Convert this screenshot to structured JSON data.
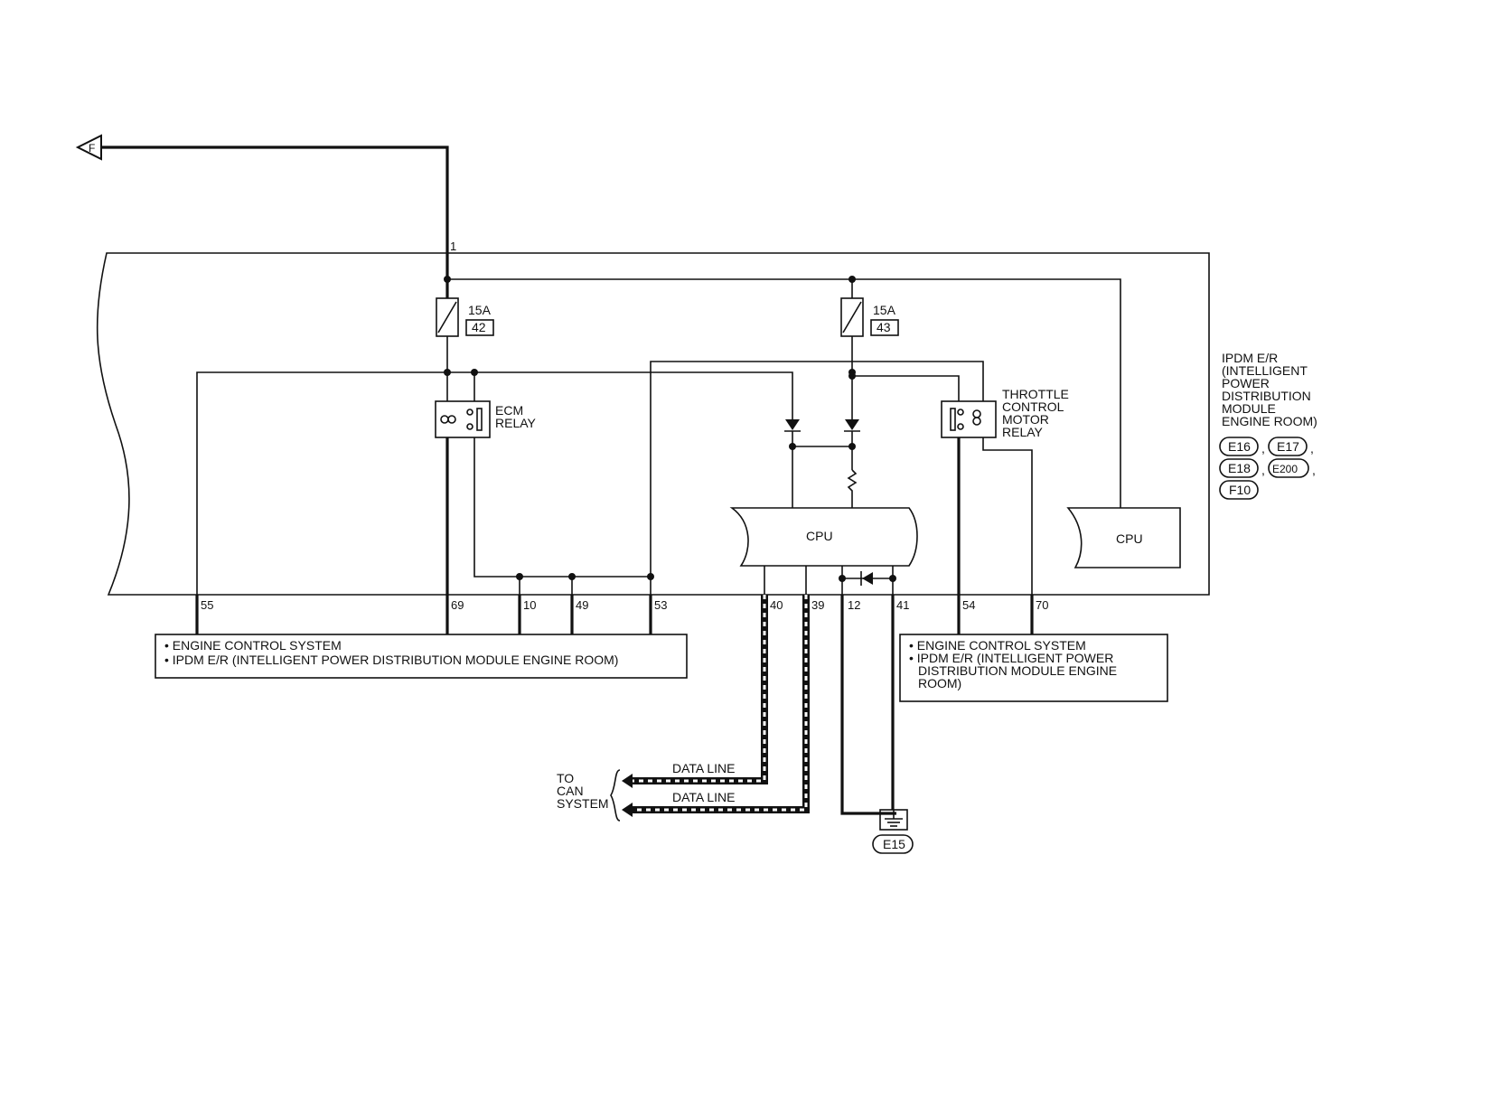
{
  "connector_f": "F",
  "fuses": [
    {
      "rating": "15A",
      "number": "42"
    },
    {
      "rating": "15A",
      "number": "43"
    }
  ],
  "relays": {
    "ecm": [
      "ECM",
      "RELAY"
    ],
    "throttle": [
      "THROTTLE",
      "CONTROL",
      "MOTOR",
      "RELAY"
    ]
  },
  "cpu_label": "CPU",
  "module_label": [
    "IPDM E/R",
    "(INTELLIGENT",
    "POWER",
    "DISTRIBUTION",
    "MODULE",
    "ENGINE ROOM)"
  ],
  "connectors": [
    "E16",
    "E17",
    "E18",
    "E200",
    "F10"
  ],
  "terminals": {
    "t1": "1",
    "t55": "55",
    "t69": "69",
    "t10": "10",
    "t49": "49",
    "t53": "53",
    "t40": "40",
    "t39": "39",
    "t12": "12",
    "t41": "41",
    "t54": "54",
    "t70": "70"
  },
  "left_box": [
    "• ENGINE CONTROL SYSTEM",
    "• IPDM E/R (INTELLIGENT POWER DISTRIBUTION MODULE ENGINE ROOM)"
  ],
  "right_box": [
    "• ENGINE CONTROL SYSTEM",
    "• IPDM E/R (INTELLIGENT POWER",
    "DISTRIBUTION MODULE ENGINE",
    "ROOM)"
  ],
  "data_line": "DATA LINE",
  "to_can": [
    "TO",
    "CAN",
    "SYSTEM"
  ],
  "ground": "E15"
}
